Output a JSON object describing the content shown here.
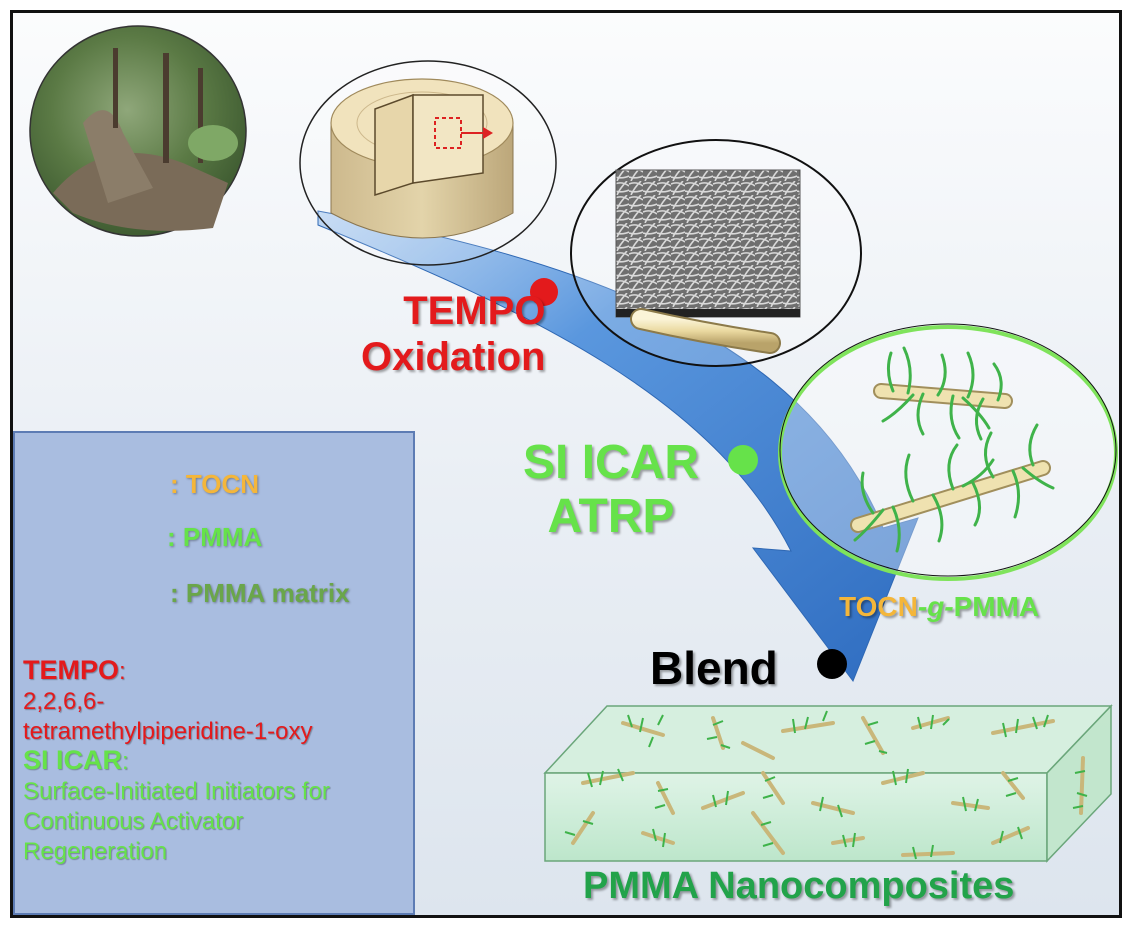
{
  "steps": {
    "tempo_line1": "TEMPO",
    "tempo_line2": "Oxidation",
    "si_icar_line1": "SI ICAR",
    "si_icar_line2": "ATRP",
    "blend": "Blend"
  },
  "labels": {
    "grafted_prefix": "TOCN",
    "grafted_mid": "-g-",
    "grafted_suffix": "PMMA",
    "product": "PMMA Nanocomposites"
  },
  "legend": {
    "tocn": ": TOCN",
    "pmma": ": PMMA",
    "matrix": ": PMMA matrix",
    "tempo_term": "TEMPO",
    "tempo_colon": ":",
    "tempo_def_line1": "2,2,6,6-",
    "tempo_def_line2": "tetramethylpiperidine-1-oxy",
    "si_icar_term": "SI ICAR",
    "si_icar_colon": ":",
    "si_icar_def_line1": "Surface-Initiated Initiators for",
    "si_icar_def_line2": "Continuous Activator",
    "si_icar_def_line3": "Regeneration"
  },
  "colors": {
    "tempo_red": "#e31a1c",
    "icar_green": "#66e24a",
    "tocn_yellow": "#f4b63a",
    "matrix_green": "#6aa64a",
    "product_green": "#22a34a",
    "arrow_blue": "#3d7fd1",
    "fiber_cream": "#efe2b0",
    "pmma_chain": "#3fb34a"
  },
  "icons": [
    "forest-photo",
    "wood-log",
    "sem-micrograph",
    "tocn-fiber",
    "pmma-chain",
    "matrix-block",
    "nanocomposite-block"
  ]
}
